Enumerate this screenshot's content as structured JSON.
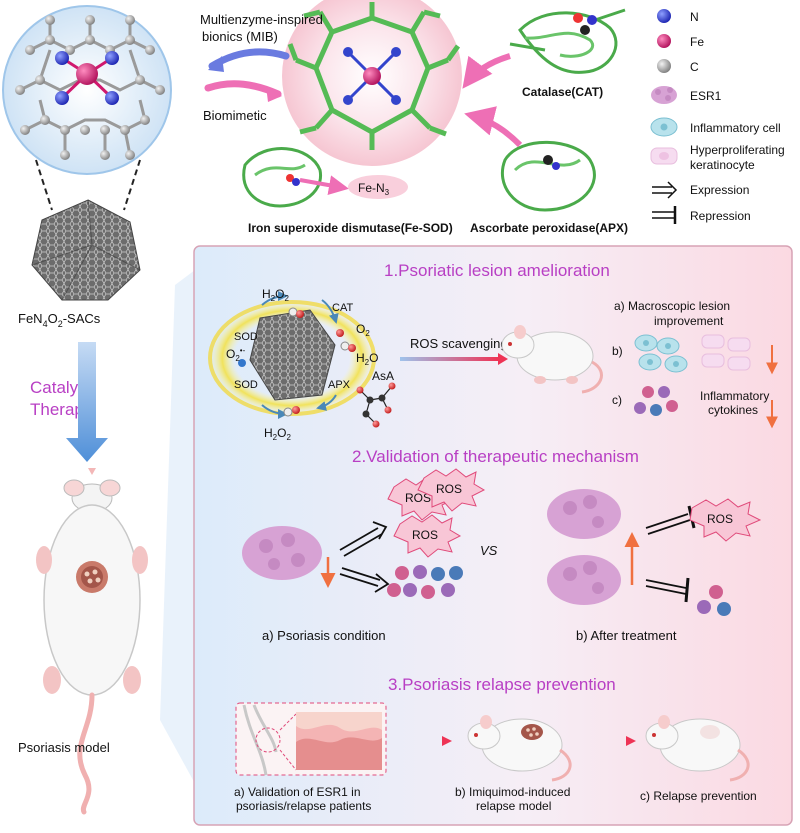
{
  "top": {
    "mib_line1": "Multienzyme-inspired",
    "mib_line2": "bionics (MIB)",
    "biomimetic": "Biomimetic",
    "catalase": "Catalase(CAT)",
    "fe_sod": "Iron superoxide dismutase(Fe-SOD)",
    "apx": "Ascorbate peroxidase(APX)",
    "fe_n3_base": "Fe-N",
    "fe_n3_sub": "3"
  },
  "legend": {
    "items": [
      {
        "label": "N",
        "icon": "blue-ball-icon",
        "color": "#2233cc"
      },
      {
        "label": "Fe",
        "icon": "magenta-ball-icon",
        "color": "#d0186e"
      },
      {
        "label": "C",
        "icon": "grey-ball-icon",
        "color": "#9a9a9a"
      },
      {
        "label": "ESR1",
        "icon": "esr1-protein-icon",
        "color": "#c98ac4"
      },
      {
        "label": "Inflammatory cell",
        "icon": "inflammatory-cell-icon",
        "color": "#9ed3e0"
      },
      {
        "label": "Hyperproliferating",
        "label2": "keratinocyte",
        "icon": "keratinocyte-icon",
        "color": "#f0c8e8"
      },
      {
        "label": "Expression",
        "icon": "expression-arrow-icon"
      },
      {
        "label": "Repression",
        "icon": "repression-bar-icon"
      }
    ]
  },
  "left": {
    "sac_base": "FeN",
    "sac_sub1": "4",
    "sac_mid": "O",
    "sac_sub2": "2",
    "sac_end": "-SACs",
    "catalytic": "Catalytic",
    "therapy": "Therapy",
    "model": "Psoriasis model"
  },
  "sections": {
    "s1": {
      "title": "1.Psoriatic lesion amelioration",
      "h2o2_top_base": "H",
      "h2o2_bottom_base": "H",
      "sod_top": "SOD",
      "sod_bottom": "SOD",
      "cat": "CAT",
      "apx": "APX",
      "o2": "O",
      "superoxide": "O",
      "h2o_base": "H",
      "asa": "AsA",
      "ros_scavenging": "ROS scavenging",
      "a_line1": "a) Macroscopic lesion",
      "a_line2": "improvement",
      "b": "b)",
      "c": "c)",
      "cytokines_line1": "Inflammatory",
      "cytokines_line2": "cytokines"
    },
    "s2": {
      "title": "2.Validation of therapeutic mechanism",
      "ros": "ROS",
      "vs": "VS",
      "a": "a) Psoriasis condition",
      "b": "b) After treatment"
    },
    "s3": {
      "title": "3.Psoriasis relapse prevention",
      "a_line1": "a) Validation of ESR1 in",
      "a_line2": "psoriasis/relapse patients",
      "b_line1": "b) Imiquimod-induced",
      "b_line2": "relapse model",
      "c": "c) Relapse prevention"
    }
  }
}
